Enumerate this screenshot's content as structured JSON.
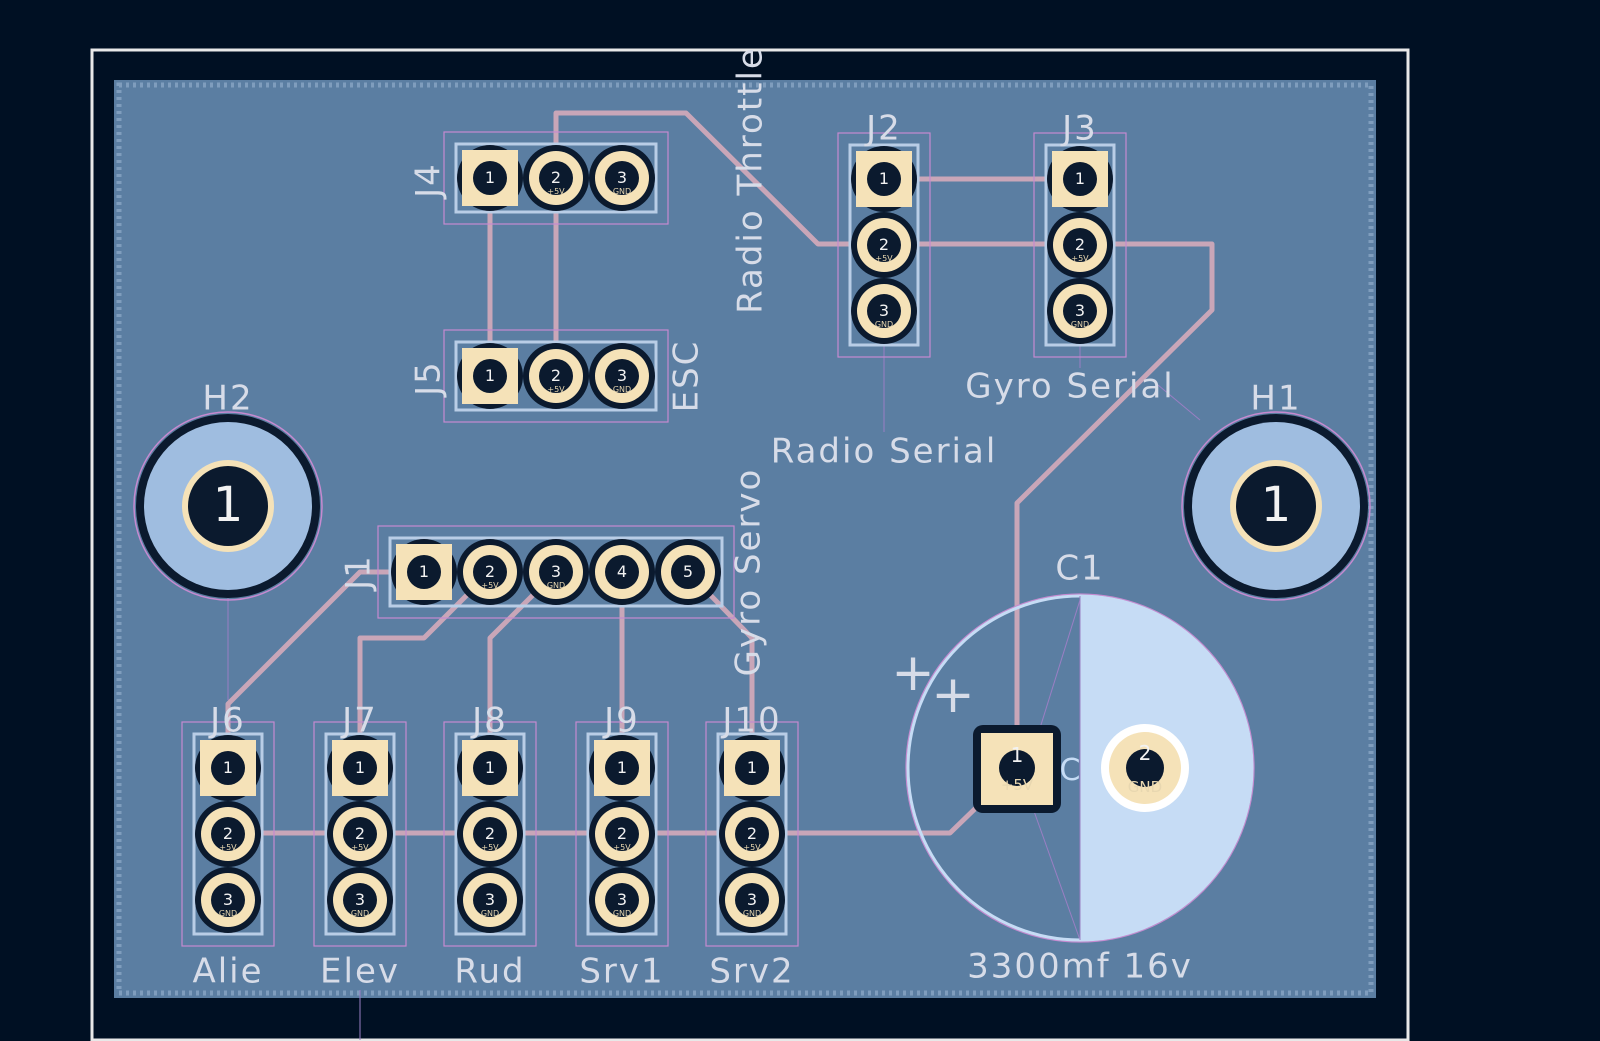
{
  "board": {
    "colors": {
      "background": "#001023",
      "outline": "#e8e8e8",
      "copper_fill": "#5b7ea2",
      "track": "#c9a6b8",
      "pad": "#f5e2b8",
      "courtyard": "#c68ad0",
      "silkscreen": "#d7dce8",
      "hole": "#0b1a2e",
      "capacitor_body": "#c6dcf5"
    },
    "connectors": [
      {
        "ref": "J4",
        "value": "",
        "pins": [
          "1",
          "2",
          "3"
        ],
        "orientation": "horizontal"
      },
      {
        "ref": "J5",
        "value": "ESC",
        "pins": [
          "1",
          "2",
          "3"
        ],
        "orientation": "horizontal"
      },
      {
        "ref": "J2",
        "value": "Radio Serial",
        "pins": [
          "1",
          "2",
          "3"
        ],
        "orientation": "vertical"
      },
      {
        "ref": "J3",
        "value": "Gyro Serial",
        "pins": [
          "1",
          "2",
          "3"
        ],
        "orientation": "vertical"
      },
      {
        "ref": "J1",
        "value": "Gyro Servo",
        "pins": [
          "1",
          "2",
          "3",
          "4",
          "5"
        ],
        "orientation": "horizontal"
      },
      {
        "ref": "J6",
        "value": "Alie",
        "pins": [
          "1",
          "2",
          "3"
        ],
        "orientation": "vertical"
      },
      {
        "ref": "J7",
        "value": "Elev",
        "pins": [
          "1",
          "2",
          "3"
        ],
        "orientation": "vertical"
      },
      {
        "ref": "J8",
        "value": "Rud",
        "pins": [
          "1",
          "2",
          "3"
        ],
        "orientation": "vertical"
      },
      {
        "ref": "J9",
        "value": "Srv1",
        "pins": [
          "1",
          "2",
          "3"
        ],
        "orientation": "vertical"
      },
      {
        "ref": "J10",
        "value": "Srv2",
        "pins": [
          "1",
          "2",
          "3"
        ],
        "orientation": "vertical"
      }
    ],
    "pin_net_labels": [
      "+5V",
      "GND"
    ],
    "extra_labels": {
      "radio_throttle": "Radio Throttle"
    },
    "mounting_holes": [
      {
        "ref": "H2",
        "pin": "1"
      },
      {
        "ref": "H1",
        "pin": "1"
      }
    ],
    "capacitor": {
      "ref": "C1",
      "value": "3300mf 16v",
      "pins": [
        "1",
        "2"
      ],
      "pin_nets": [
        "+5V",
        "GND"
      ],
      "polarity_marks": [
        "+",
        "+"
      ],
      "side_letter": "C"
    }
  }
}
